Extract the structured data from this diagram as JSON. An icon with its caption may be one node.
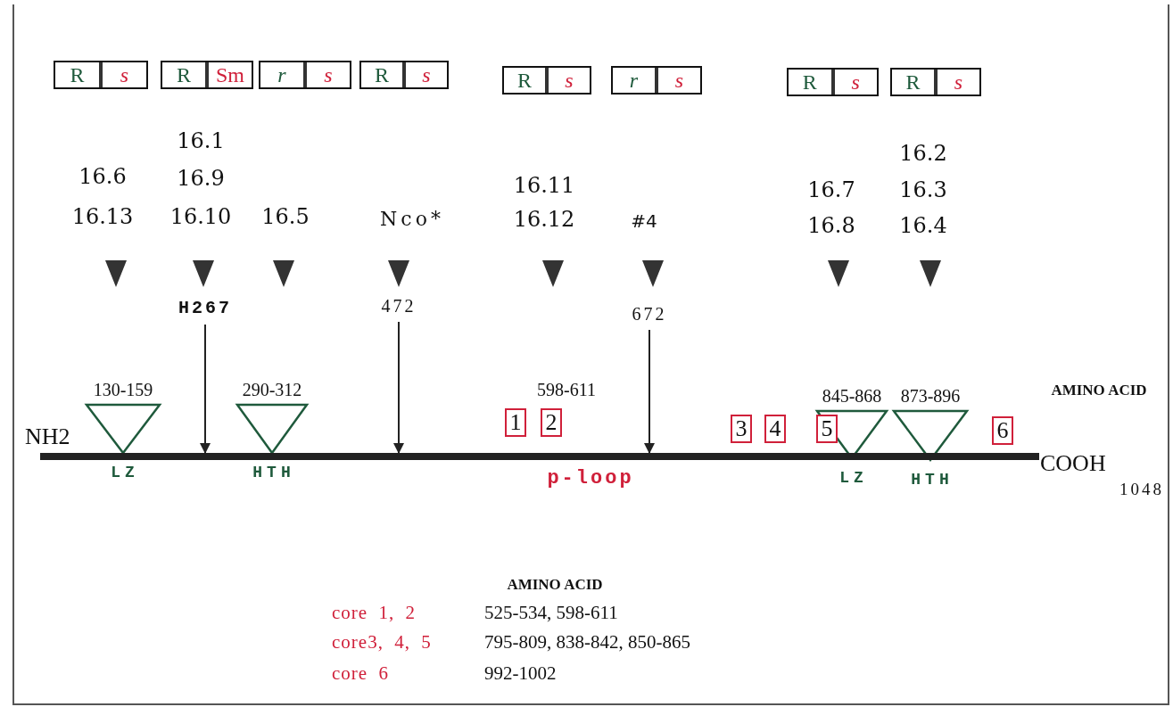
{
  "diagram": {
    "nodes": [
      {
        "text": [
          "R",
          "s"
        ]
      },
      {
        "text": [
          "R",
          "Sm"
        ]
      },
      {
        "text": [
          "r",
          "s"
        ]
      },
      {
        "text": [
          "R",
          "s"
        ]
      },
      {
        "text": [
          "R",
          "s"
        ]
      },
      {
        "text": [
          "r",
          "s"
        ]
      },
      {
        "text": [
          "R",
          "s"
        ]
      },
      {
        "text": [
          "R",
          "s"
        ]
      },
      {
        "text": [
          "H267"
        ]
      },
      {
        "text": [
          "472"
        ]
      },
      {
        "text": [
          "672"
        ]
      },
      {
        "text": [
          "130-159"
        ],
        "beside": [
          "LZ"
        ]
      },
      {
        "text": [
          "290-312"
        ],
        "beside": [
          "HTH"
        ]
      },
      {
        "text": [
          "1"
        ]
      },
      {
        "text": [
          "2"
        ]
      },
      {
        "text": [
          "3"
        ]
      },
      {
        "text": [
          "4"
        ]
      },
      {
        "text": [
          "5"
        ]
      },
      {
        "text": [
          "845-868"
        ],
        "beside": [
          "LZ"
        ]
      },
      {
        "text": [
          "873-896"
        ],
        "beside": [
          "HTH"
        ]
      },
      {
        "text": [
          "6"
        ]
      },
      {
        "text": [],
        "shape": "bar",
        "beside": [
          "NH2",
          "COOH",
          "1048"
        ]
      }
    ],
    "edges": [
      {
        "from": 8,
        "to": 21,
        "arrow": "to"
      },
      {
        "from": 9,
        "to": 21,
        "arrow": "to"
      },
      {
        "from": 10,
        "to": 21,
        "arrow": "to"
      }
    ],
    "labels": [
      "16.6",
      "16.13",
      "16.1",
      "16.9",
      "16.10",
      "16.5",
      "Nco*",
      "16.11",
      "16.12",
      "#4",
      "16.7",
      "16.8",
      "16.2",
      "16.3",
      "16.4",
      "598-611",
      "p-loop",
      "AMINO ACID",
      "AMINO ACID",
      "core 1, 2",
      "525-534, 598-611",
      "core3, 4, 5",
      "795-809, 838-842, 850-865",
      "core 6",
      "992-1002"
    ]
  }
}
